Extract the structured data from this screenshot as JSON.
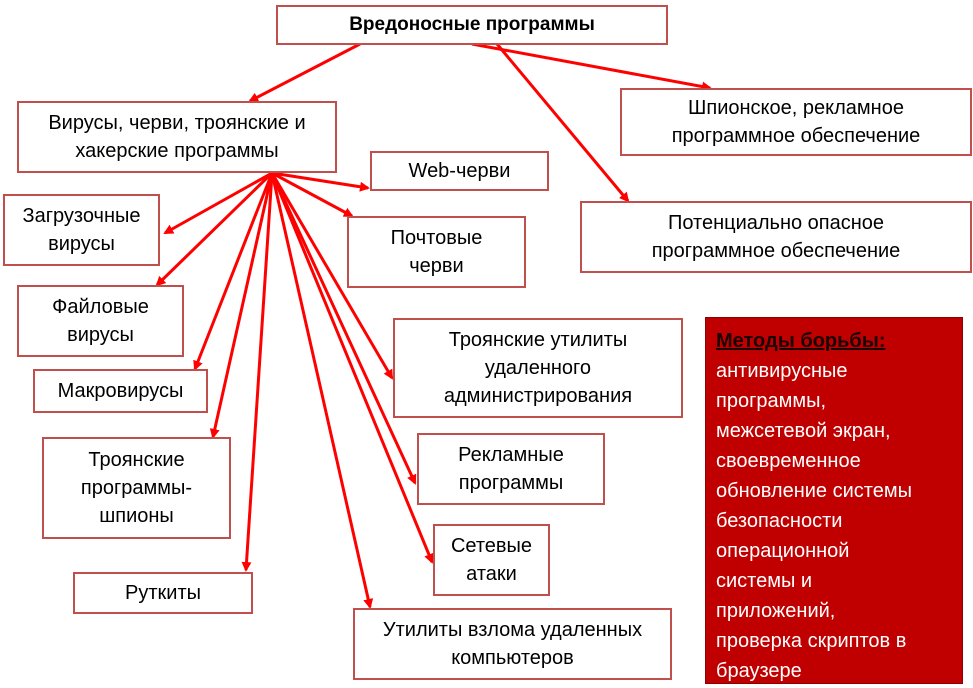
{
  "root": "Вредоносные программы",
  "groups": {
    "viruses": "Вирусы, черви, троянские и\nхакерские программы",
    "spyware": "Шпионское, рекламное\nпрограммное обеспечение",
    "potential": "Потенциально опасное\nпрограммное обеспечение"
  },
  "children": {
    "web_worms": "Web-черви",
    "boot_viruses": "Загрузочные\nвирусы",
    "mail_worms": "Почтовые\nчерви",
    "file_viruses": "Файловые\nвирусы",
    "trojan_admin": "Троянские утилиты\nудаленного\nадминистрирования",
    "macro_viruses": "Макровирусы",
    "trojan_spy": "Троянские\nпрограммы-\nшпионы",
    "adware": "Рекламные\nпрограммы",
    "net_attacks": "Сетевые\nатаки",
    "rootkits": "Руткиты",
    "hacking_utils": "Утилиты взлома удаленных\nкомпьютеров"
  },
  "methods": {
    "title": "Методы борьбы:",
    "text": "антивирусные\nпрограммы,\nмежсетевой экран,\nсвоевременное\nобновление системы\nбезопасности\nоперационной\nсистемы и\nприложений,\nпроверка скриптов в\nбраузере"
  },
  "colors": {
    "arrow": "#ff0000",
    "box_border": "#c0504d",
    "methods_bg": "#c00000"
  }
}
